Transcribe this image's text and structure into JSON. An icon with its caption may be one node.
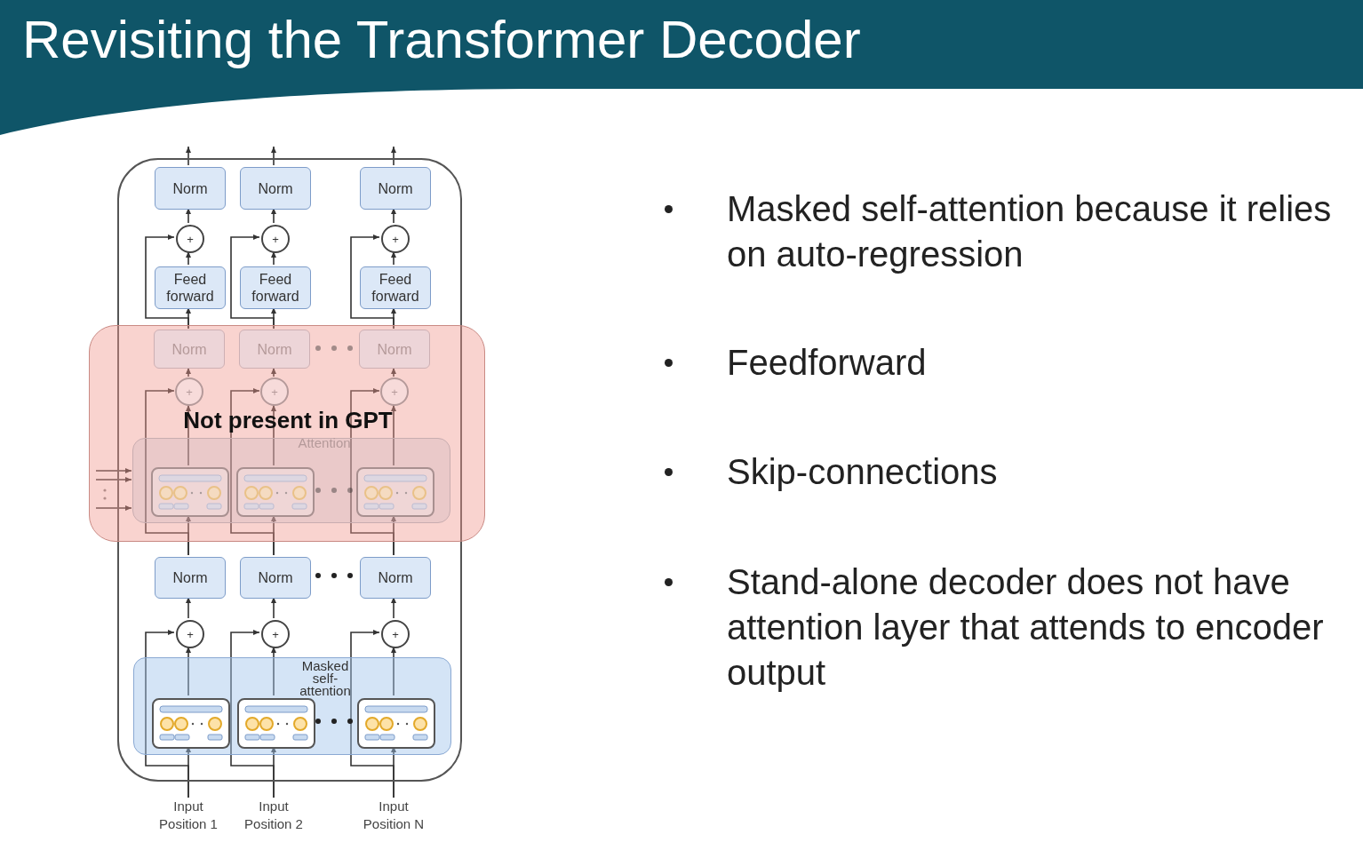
{
  "diagram": {
    "title": "Revisiting the Transformer Decoder",
    "nodes": [
      {
        "text": [],
        "shape": "box"
      },
      {
        "text": [
          "Norm"
        ],
        "in": 0
      },
      {
        "text": [
          "Norm"
        ],
        "in": 0
      },
      {
        "text": [
          "Norm"
        ],
        "in": 0
      },
      {
        "text": [
          "+"
        ],
        "in": 0
      },
      {
        "text": [
          "+"
        ],
        "in": 0
      },
      {
        "text": [
          "+"
        ],
        "in": 0
      },
      {
        "text": [
          "Feed forward"
        ],
        "in": 0
      },
      {
        "text": [
          "Feed forward"
        ],
        "in": 0
      },
      {
        "text": [
          "Feed forward"
        ],
        "in": 0
      },
      {
        "text": [
          "Not present in GPT"
        ]
      },
      {
        "text": [
          "Norm"
        ],
        "in": 10
      },
      {
        "text": [
          "Norm"
        ],
        "in": 10
      },
      {
        "text": [
          "Norm"
        ],
        "in": 10
      },
      {
        "text": [
          "+"
        ],
        "in": 10
      },
      {
        "text": [
          "+"
        ],
        "in": 10
      },
      {
        "text": [
          "+"
        ],
        "in": 10
      },
      {
        "text": [
          "Attention"
        ],
        "in": 10
      },
      {
        "text": [],
        "shape": "box",
        "in": 17
      },
      {
        "text": [],
        "shape": "box",
        "in": 17
      },
      {
        "text": [],
        "shape": "box",
        "in": 17
      },
      {
        "text": [
          "Norm"
        ],
        "in": 0
      },
      {
        "text": [
          "Norm"
        ],
        "in": 0
      },
      {
        "text": [
          "Norm"
        ],
        "in": 0
      },
      {
        "text": [
          "+"
        ],
        "in": 0
      },
      {
        "text": [
          "+"
        ],
        "in": 0
      },
      {
        "text": [
          "+"
        ],
        "in": 0
      },
      {
        "text": [
          "Masked self-attention"
        ],
        "in": 0
      },
      {
        "text": [],
        "shape": "box",
        "in": 27
      },
      {
        "text": [],
        "shape": "box",
        "in": 27
      },
      {
        "text": [],
        "shape": "box",
        "in": 27
      },
      {
        "text": [
          "Input Position 1"
        ]
      },
      {
        "text": [
          "Input Position 2"
        ]
      },
      {
        "text": [
          "Input Position N"
        ]
      }
    ],
    "edges": [
      {
        "from": 31,
        "to": 28,
        "arrow": "to"
      },
      {
        "from": 31,
        "to": 24,
        "arrow": "to"
      },
      {
        "from": 28,
        "to": 24,
        "arrow": "to"
      },
      {
        "from": 24,
        "to": 21,
        "arrow": "to"
      },
      {
        "from": 21,
        "to": 18,
        "arrow": "to"
      },
      {
        "from": 21,
        "to": 14,
        "arrow": "to"
      },
      {
        "from": 18,
        "to": 14,
        "arrow": "to"
      },
      {
        "from": 14,
        "to": 11,
        "arrow": "to"
      },
      {
        "from": 11,
        "to": 7,
        "arrow": "to"
      },
      {
        "from": 11,
        "to": 4,
        "arrow": "to"
      },
      {
        "from": 7,
        "to": 4,
        "arrow": "to"
      },
      {
        "from": 4,
        "to": 1,
        "arrow": "to"
      },
      {
        "from": 1,
        "to": null,
        "arrow": "to"
      },
      {
        "from": 32,
        "to": 29,
        "arrow": "to"
      },
      {
        "from": 32,
        "to": 25,
        "arrow": "to"
      },
      {
        "from": 29,
        "to": 25,
        "arrow": "to"
      },
      {
        "from": 25,
        "to": 22,
        "arrow": "to"
      },
      {
        "from": 22,
        "to": 19,
        "arrow": "to"
      },
      {
        "from": 22,
        "to": 15,
        "arrow": "to"
      },
      {
        "from": 19,
        "to": 15,
        "arrow": "to"
      },
      {
        "from": 15,
        "to": 12,
        "arrow": "to"
      },
      {
        "from": 12,
        "to": 8,
        "arrow": "to"
      },
      {
        "from": 12,
        "to": 5,
        "arrow": "to"
      },
      {
        "from": 8,
        "to": 5,
        "arrow": "to"
      },
      {
        "from": 5,
        "to": 2,
        "arrow": "to"
      },
      {
        "from": 2,
        "to": null,
        "arrow": "to"
      },
      {
        "from": 33,
        "to": 30,
        "arrow": "to"
      },
      {
        "from": 33,
        "to": 26,
        "arrow": "to"
      },
      {
        "from": 30,
        "to": 26,
        "arrow": "to"
      },
      {
        "from": 26,
        "to": 23,
        "arrow": "to"
      },
      {
        "from": 23,
        "to": 20,
        "arrow": "to"
      },
      {
        "from": 23,
        "to": 16,
        "arrow": "to"
      },
      {
        "from": 20,
        "to": 16,
        "arrow": "to"
      },
      {
        "from": 16,
        "to": 13,
        "arrow": "to"
      },
      {
        "from": 13,
        "to": 9,
        "arrow": "to"
      },
      {
        "from": 13,
        "to": 6,
        "arrow": "to"
      },
      {
        "from": 9,
        "to": 6,
        "arrow": "to"
      },
      {
        "from": 6,
        "to": 3,
        "arrow": "to"
      },
      {
        "from": 3,
        "to": null,
        "arrow": "to"
      },
      {
        "from": null,
        "to": 17,
        "arrow": "to"
      },
      {
        "from": null,
        "to": 17,
        "arrow": "to"
      },
      {
        "from": null,
        "to": 17,
        "arrow": "to"
      }
    ],
    "labels": [
      "Masked self-attention because it relies on auto-regression",
      "Feedforward",
      "Skip-connections",
      "Stand-alone decoder does not have attention layer that attends to encoder output"
    ]
  }
}
